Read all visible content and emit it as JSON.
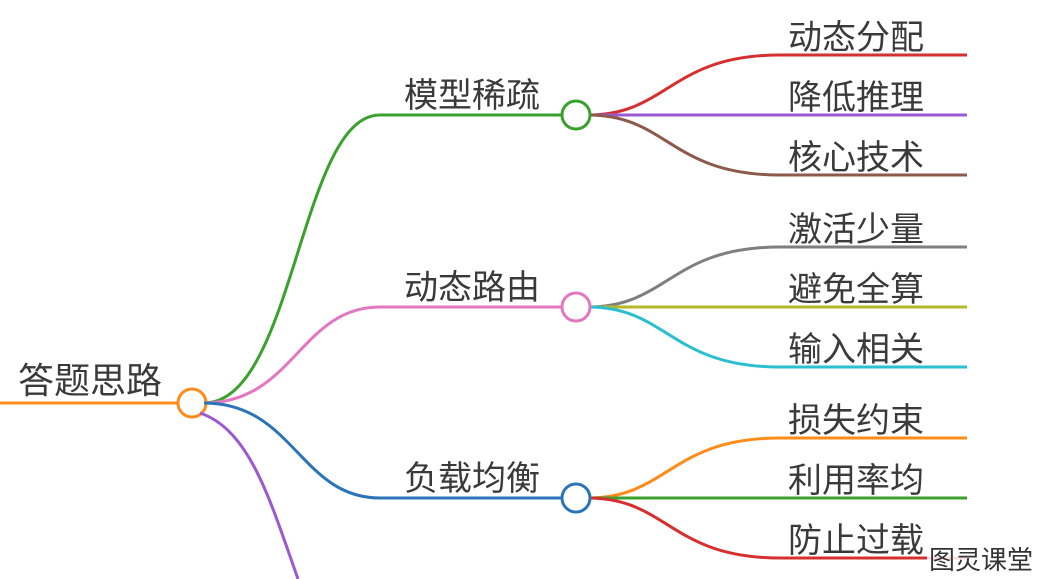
{
  "mindmap": {
    "root": {
      "label": "答题思路",
      "color": "#ff8c1a"
    },
    "branches": [
      {
        "label": "模型稀疏",
        "color": "#3aa12e",
        "children": [
          {
            "label": "动态分配",
            "color": "#d62f2f"
          },
          {
            "label": "降低推理",
            "color": "#9b59d0"
          },
          {
            "label": "核心技术",
            "color": "#8c5a4a"
          }
        ]
      },
      {
        "label": "动态路由",
        "color": "#e377c2",
        "children": [
          {
            "label": "激活少量",
            "color": "#7f7f7f"
          },
          {
            "label": "避免全算",
            "color": "#b5b82a"
          },
          {
            "label": "输入相关",
            "color": "#2bbfd0"
          }
        ]
      },
      {
        "label": "负载均衡",
        "color": "#2b74b8",
        "children": [
          {
            "label": "损失约束",
            "color": "#ff8c1a"
          },
          {
            "label": "利用率均",
            "color": "#3aa12e"
          },
          {
            "label": "防止过载",
            "color": "#d62f2f"
          }
        ]
      }
    ],
    "partial_branch_color": "#9b59d0"
  },
  "watermark": "图灵课堂"
}
